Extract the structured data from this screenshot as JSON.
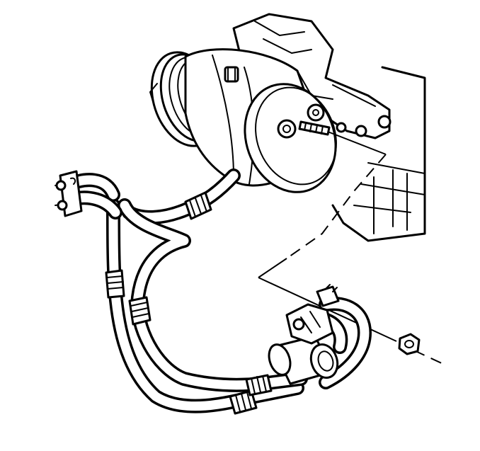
{
  "diagram": {
    "type": "line-art",
    "colors": {
      "ink": "#000000",
      "paper": "#ffffff"
    },
    "parts": [
      "compressor",
      "compressor-clutch",
      "mounting-bracket",
      "mounting-stud",
      "hose-assembly",
      "suction-hose",
      "discharge-hose",
      "hose-block-fitting",
      "accumulator",
      "nut"
    ]
  }
}
